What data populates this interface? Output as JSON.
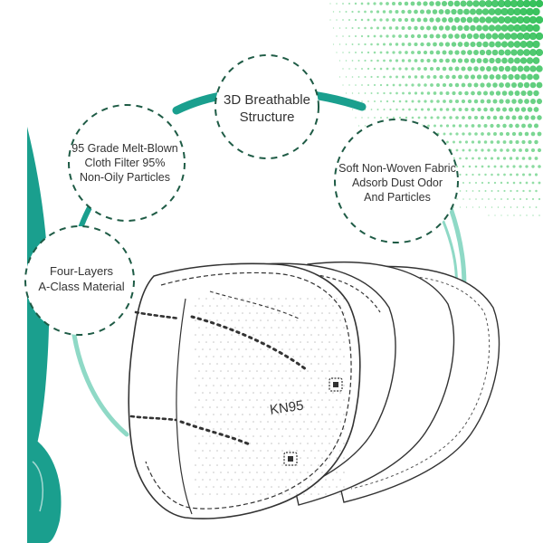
{
  "colors": {
    "teal": "#1a9f8e",
    "light_teal": "#8fd9c6",
    "dot_green": "#2fbf55",
    "mask_stroke": "#333333",
    "text": "#333333"
  },
  "callouts": {
    "structure": "3D Breathable\nStructure",
    "filter": "95 Grade Melt-Blown\nCloth Filter 95%\nNon-Oily Particles",
    "fabric": "Soft Non-Woven Fabric\nAdsorb Dust Odor\nAnd Particles",
    "layers": "Four-Layers\nA-Class Material"
  },
  "mask": {
    "label": "KN95",
    "layer_count": 4
  }
}
